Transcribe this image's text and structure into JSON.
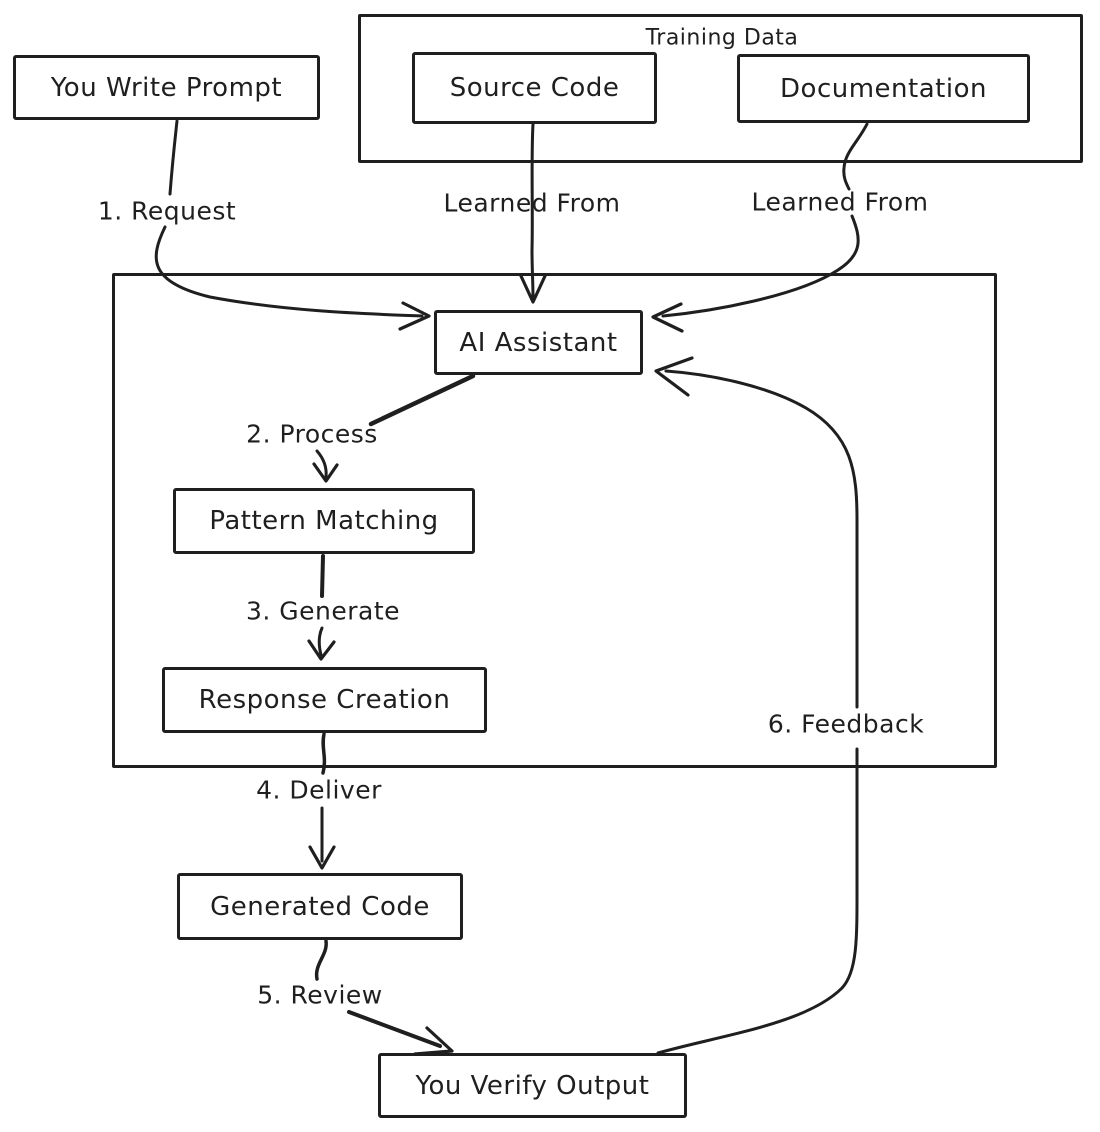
{
  "diagram": {
    "colors": {
      "background": "#ffffff",
      "stroke": "#1f1f1f",
      "node_fill": "#ffffff"
    },
    "nodes": {
      "you_write_prompt": "You Write Prompt",
      "training_data": "Training Data",
      "source_code": "Source Code",
      "documentation": "Documentation",
      "ai_assistant": "AI Assistant",
      "pattern_matching": "Pattern Matching",
      "response_creation": "Response Creation",
      "generated_code": "Generated Code",
      "you_verify_output": "You Verify Output"
    },
    "edges": {
      "request": "1. Request",
      "learned_from_source": "Learned From",
      "learned_from_docs": "Learned From",
      "process": "2. Process",
      "generate": "3. Generate",
      "deliver": "4. Deliver",
      "review": "5. Review",
      "feedback": "6. Feedback"
    }
  }
}
